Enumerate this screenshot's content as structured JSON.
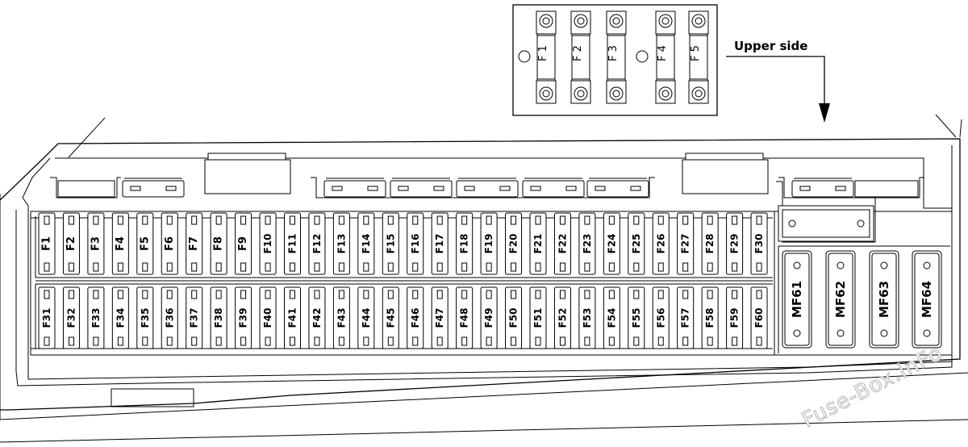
{
  "upper_side_label": "Upper side",
  "top_fuses": [
    "F 1",
    "F 2",
    "F 3",
    "F 4",
    "F 5"
  ],
  "fuses_row1": [
    "F1",
    "F2",
    "F3",
    "F4",
    "F5",
    "F6",
    "F7",
    "F8",
    "F9",
    "F10",
    "F11",
    "F12",
    "F13",
    "F14",
    "F15",
    "F16",
    "F17",
    "F18",
    "F19",
    "F20",
    "F21",
    "F22",
    "F23",
    "F24",
    "F25",
    "F26",
    "F27",
    "F28",
    "F29",
    "F30"
  ],
  "fuses_row2": [
    "F31",
    "F32",
    "F33",
    "F34",
    "F35",
    "F36",
    "F37",
    "F38",
    "F39",
    "F40",
    "F41",
    "F42",
    "F43",
    "F44",
    "F45",
    "F46",
    "F47",
    "F48",
    "F49",
    "F50",
    "F51",
    "F52",
    "F53",
    "F54",
    "F55",
    "F56",
    "F57",
    "F58",
    "F59",
    "F60"
  ],
  "maxi_fuses": [
    "MF61",
    "MF62",
    "MF63",
    "MF64"
  ],
  "watermark": "Fuse-Box.inFo"
}
